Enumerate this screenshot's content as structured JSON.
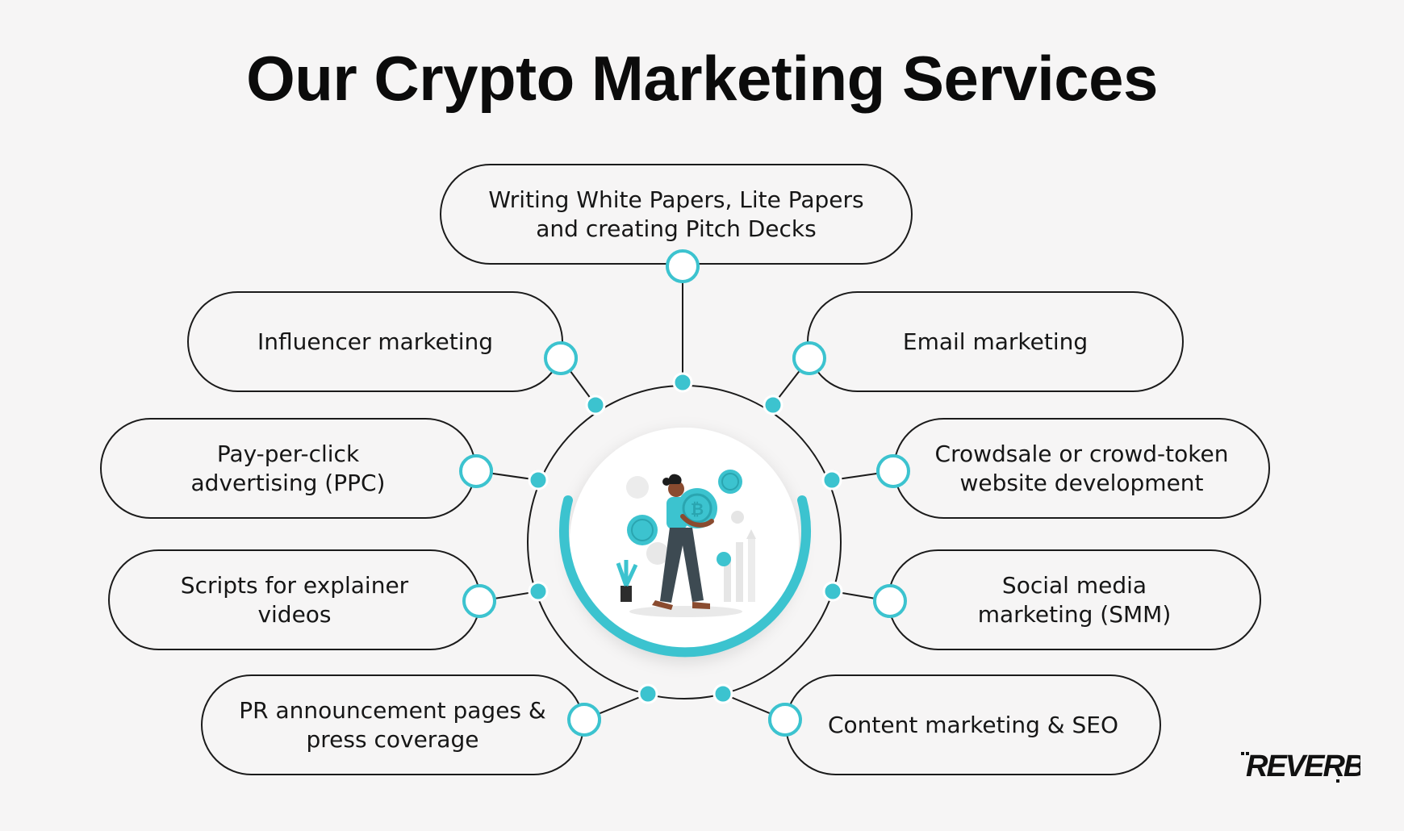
{
  "title": "Our Crypto Marketing Services",
  "services": [
    {
      "id": "white-papers",
      "label": "Writing White Papers, Lite Papers\nand creating Pitch Decks"
    },
    {
      "id": "influencer",
      "label": "Influencer marketing"
    },
    {
      "id": "email",
      "label": "Email marketing"
    },
    {
      "id": "ppc",
      "label": "Pay-per-click\nadvertising (PPC)"
    },
    {
      "id": "crowdsale",
      "label": "Crowdsale or crowd-token\nwebsite development"
    },
    {
      "id": "explainer",
      "label": "Scripts for explainer\nvideos"
    },
    {
      "id": "smm",
      "label": "Social media\nmarketing (SMM)"
    },
    {
      "id": "pr",
      "label": "PR announcement pages &\npress coverage"
    },
    {
      "id": "content-seo",
      "label": "Content marketing & SEO"
    }
  ],
  "logo": {
    "text": "REVERB"
  },
  "colors": {
    "accent": "#3cc3cf",
    "outline": "#1b1b1b",
    "background": "#f6f5f5"
  }
}
